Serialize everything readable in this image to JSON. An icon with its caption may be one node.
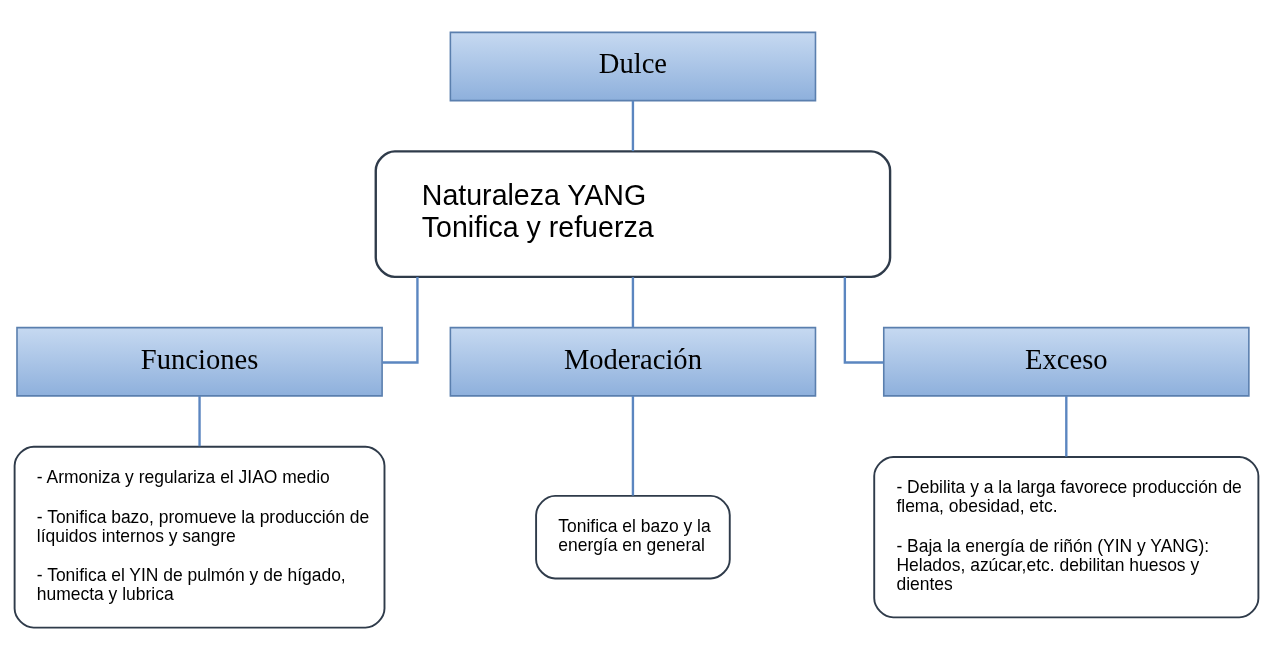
{
  "diagram": {
    "nodes": [
      {
        "text": [
          "Dulce"
        ]
      },
      {
        "text": [
          "Naturaleza YANG",
          "Tonifica y refuerza"
        ]
      },
      {
        "text": [
          "Funciones"
        ]
      },
      {
        "text": [
          "Moderación"
        ]
      },
      {
        "text": [
          "Exceso"
        ]
      },
      {
        "text": [
          "- Armoniza y regulariza el JIAO medio",
          "- Tonifica bazo, promueve la producción de líquidos internos y sangre",
          "- Tonifica el YIN de pulmón y de hígado, humecta y lubrica"
        ]
      },
      {
        "text": [
          "Tonifica el bazo y la energía en general"
        ]
      },
      {
        "text": [
          "- Debilita y a la larga favorece producción de flema, obesidad, etc.",
          "- Baja la energía de riñón (YIN y YANG): Helados, azúcar,etc. debilitan huesos y dientes"
        ]
      }
    ],
    "edges": [
      {
        "from": 0,
        "to": 1,
        "arrow": "none"
      },
      {
        "from": 1,
        "to": 2,
        "arrow": "none"
      },
      {
        "from": 1,
        "to": 3,
        "arrow": "none"
      },
      {
        "from": 1,
        "to": 4,
        "arrow": "none"
      },
      {
        "from": 2,
        "to": 5,
        "arrow": "none"
      },
      {
        "from": 3,
        "to": 6,
        "arrow": "none"
      },
      {
        "from": 4,
        "to": 7,
        "arrow": "none"
      }
    ]
  }
}
